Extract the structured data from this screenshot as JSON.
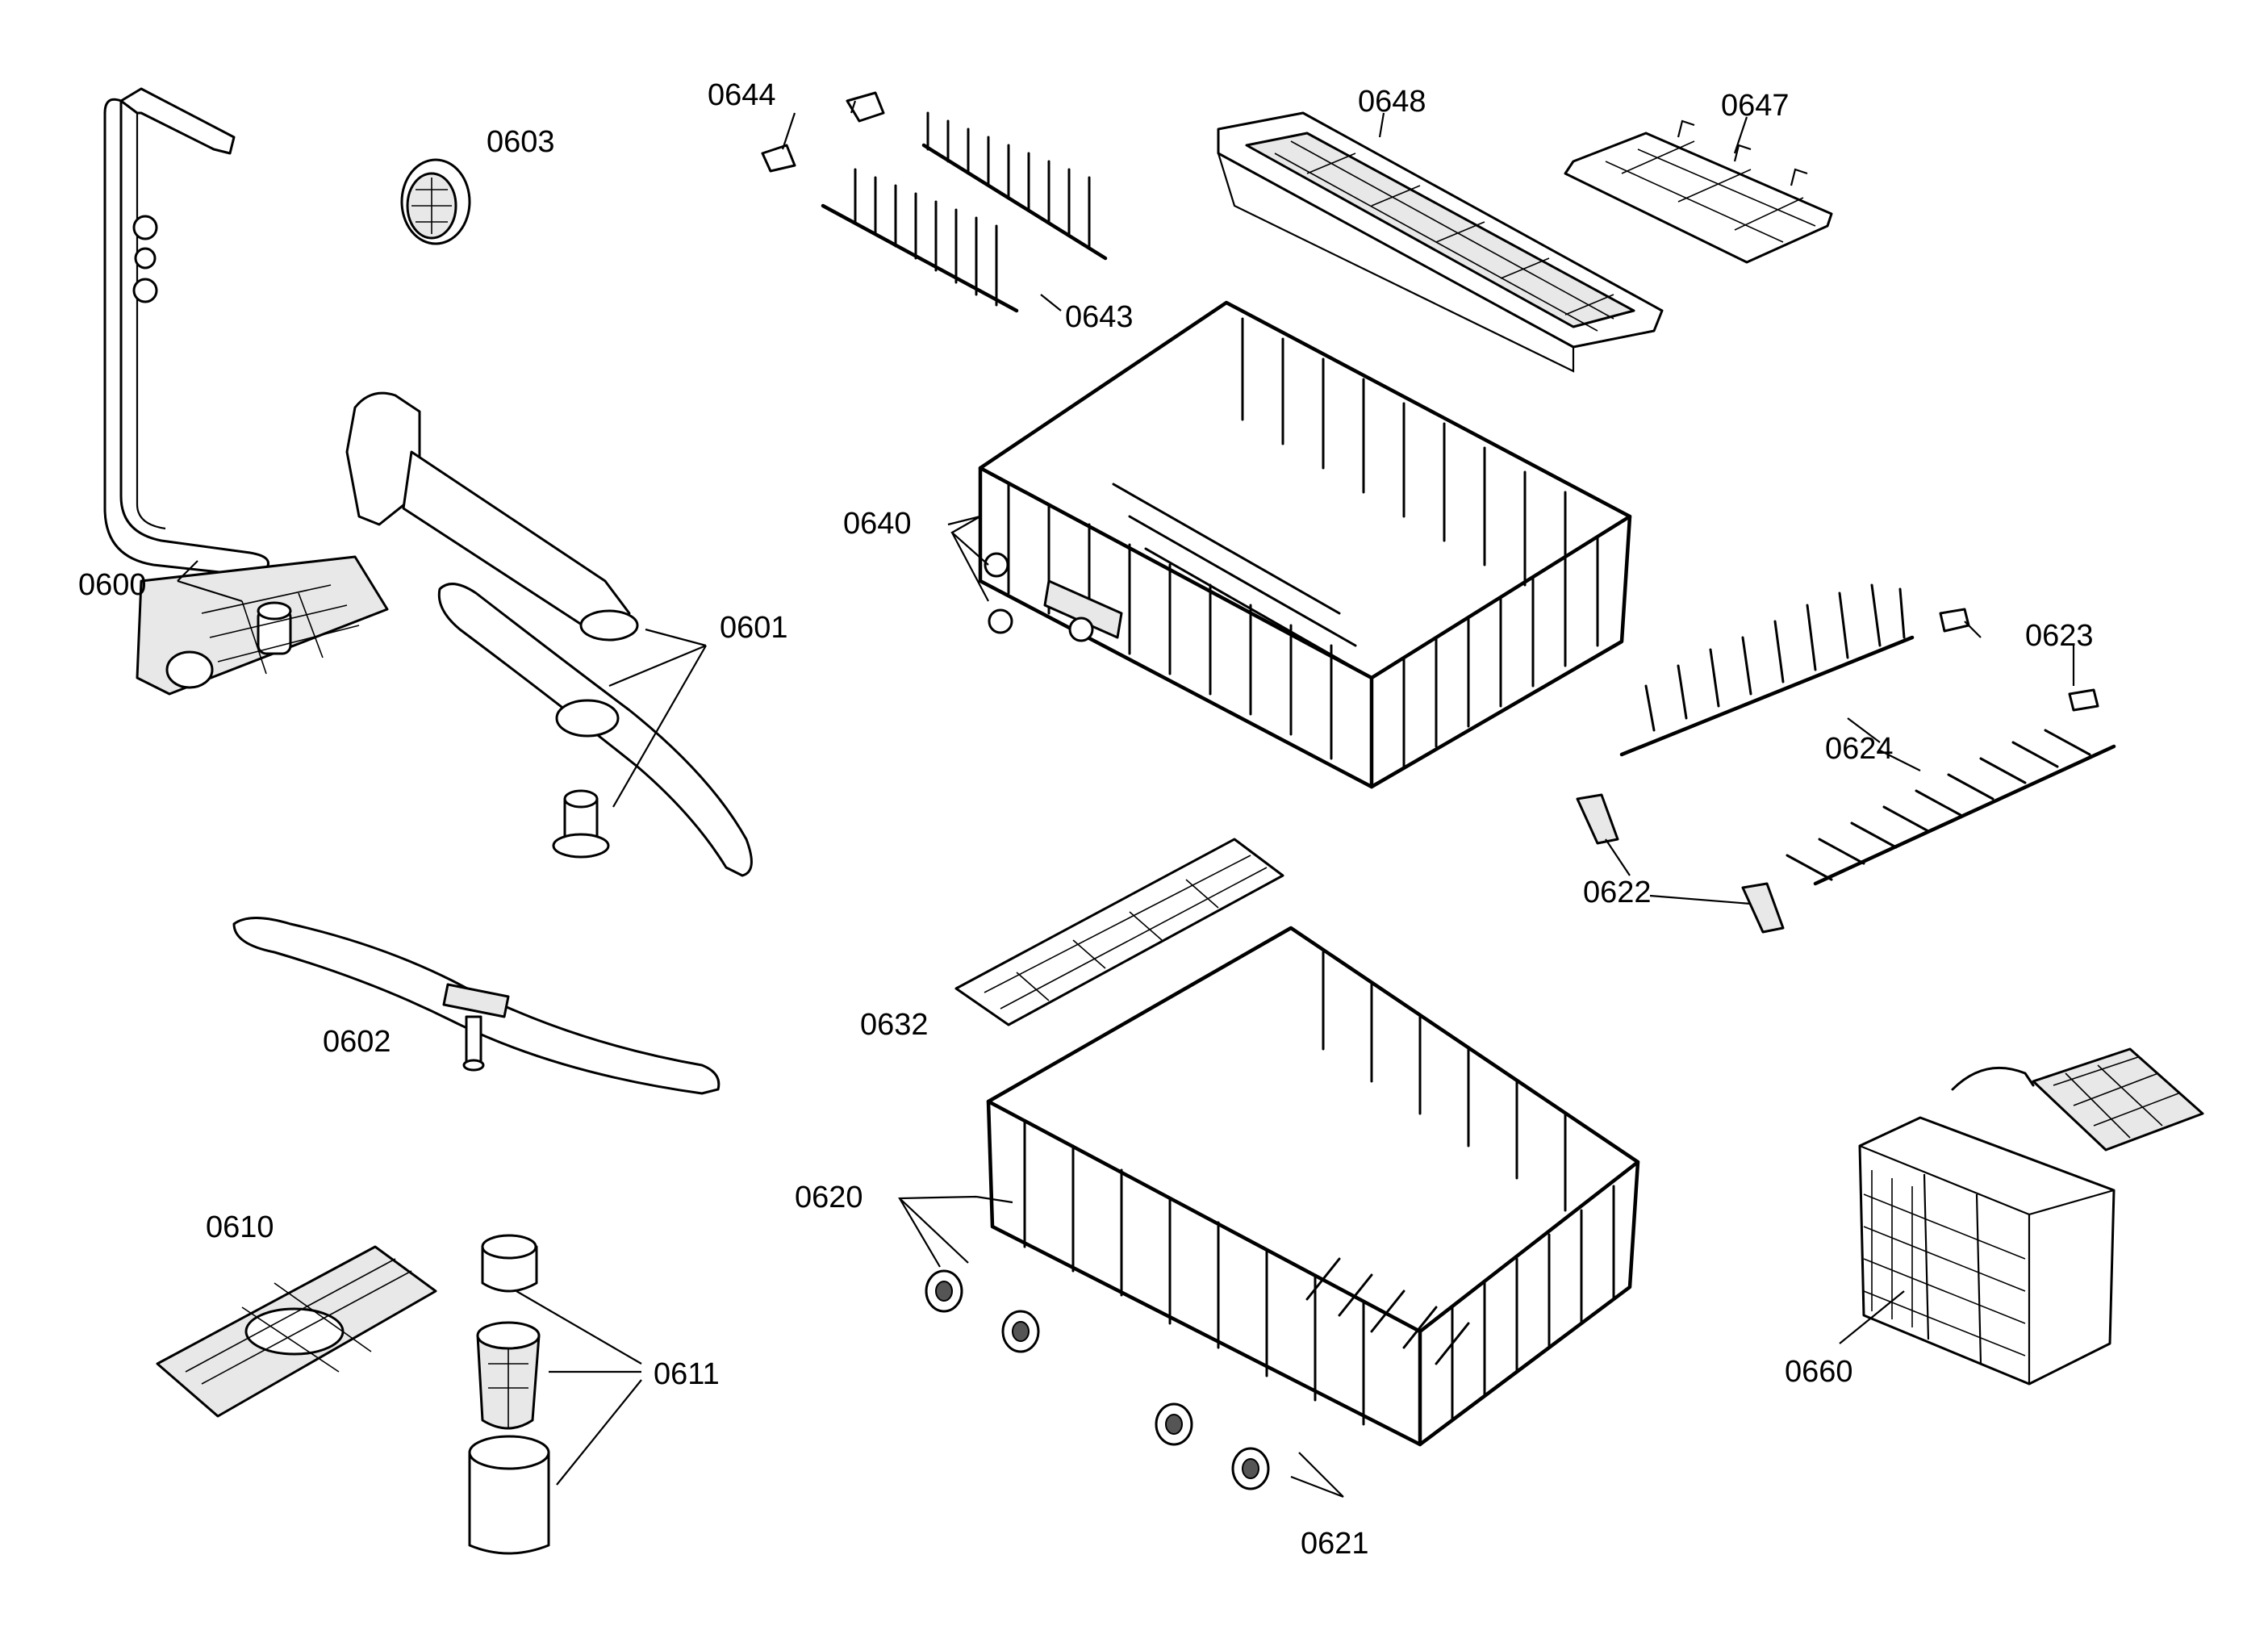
{
  "colors": {
    "background": "#ffffff",
    "ink": "#000000",
    "part_fill": "#e8e8e8"
  },
  "labels": {
    "p0600": "0600",
    "p0601": "0601",
    "p0602": "0602",
    "p0603": "0603",
    "p0610": "0610",
    "p0611": "0611",
    "p0620": "0620",
    "p0621": "0621",
    "p0622": "0622",
    "p0623": "0623",
    "p0624": "0624",
    "p0632": "0632",
    "p0640": "0640",
    "p0643": "0643",
    "p0644": "0644",
    "p0647": "0647",
    "p0648": "0648",
    "p0660": "0660"
  }
}
